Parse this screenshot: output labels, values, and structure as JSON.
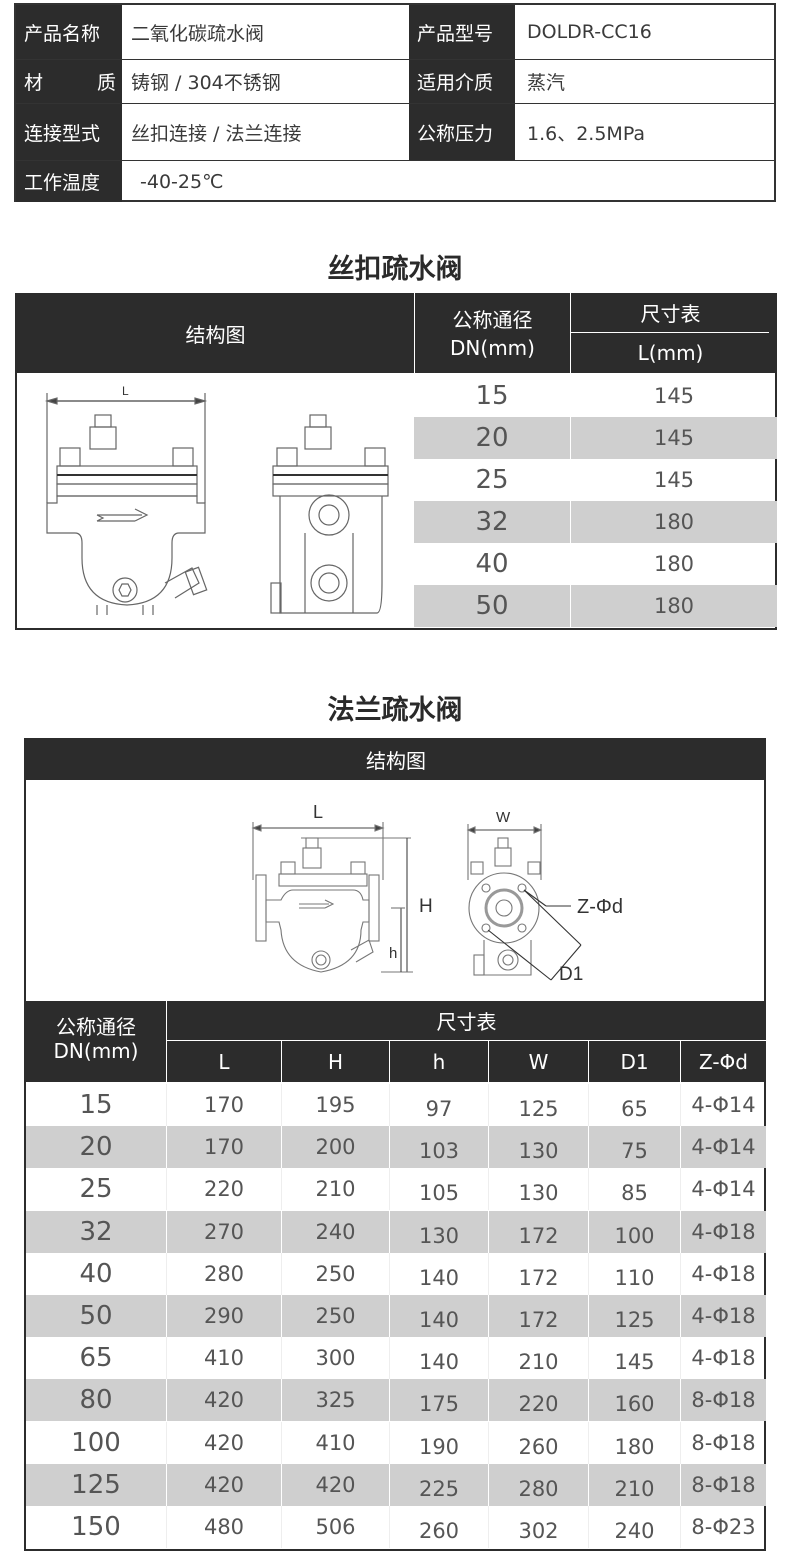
{
  "spec": {
    "rows": [
      {
        "left_label": "产品名称",
        "left_value": "二氧化碳疏水阀",
        "right_label": "产品型号",
        "right_value": "DOLDR-CC16"
      },
      {
        "left_label_a": "材",
        "left_label_b": "质",
        "left_value": "铸钢 / 304不锈钢",
        "right_label": "适用介质",
        "right_value": "蒸汽"
      },
      {
        "left_label": "连接型式",
        "left_value": "丝扣连接 / 法兰连接",
        "right_label": "公称压力",
        "right_value": "1.6、2.5MPa"
      },
      {
        "left_label": "工作温度",
        "left_value": "-40-25℃"
      }
    ]
  },
  "threaded": {
    "title": "丝扣疏水阀",
    "header": {
      "diagram": "结构图",
      "dn_line1": "公称通径",
      "dn_line2": "DN(mm)",
      "size_table": "尺寸表",
      "l_col": "L(mm)"
    },
    "diagram_labels": {
      "length": "L"
    },
    "rows": [
      {
        "dn": "15",
        "l": "145"
      },
      {
        "dn": "20",
        "l": "145"
      },
      {
        "dn": "25",
        "l": "145"
      },
      {
        "dn": "32",
        "l": "180"
      },
      {
        "dn": "40",
        "l": "180"
      },
      {
        "dn": "50",
        "l": "180"
      }
    ]
  },
  "flanged": {
    "title": "法兰疏水阀",
    "diagram_header": "结构图",
    "diagram_labels": {
      "length": "L",
      "height": "H",
      "h": "h",
      "width": "W",
      "bolt": "Z-Φd",
      "d1": "D1"
    },
    "header": {
      "dn_line1": "公称通径",
      "dn_line2": "DN(mm)",
      "size_table": "尺寸表",
      "columns": [
        "L",
        "H",
        "h",
        "W",
        "D1",
        "Z-Φd"
      ]
    },
    "rows": [
      {
        "dn": "15",
        "vals": [
          "170",
          "195",
          "97",
          "125",
          "65",
          "4-Φ14"
        ]
      },
      {
        "dn": "20",
        "vals": [
          "170",
          "200",
          "103",
          "130",
          "75",
          "4-Φ14"
        ]
      },
      {
        "dn": "25",
        "vals": [
          "220",
          "210",
          "105",
          "130",
          "85",
          "4-Φ14"
        ]
      },
      {
        "dn": "32",
        "vals": [
          "270",
          "240",
          "130",
          "172",
          "100",
          "4-Φ18"
        ]
      },
      {
        "dn": "40",
        "vals": [
          "280",
          "250",
          "140",
          "172",
          "110",
          "4-Φ18"
        ]
      },
      {
        "dn": "50",
        "vals": [
          "290",
          "250",
          "140",
          "172",
          "125",
          "4-Φ18"
        ]
      },
      {
        "dn": "65",
        "vals": [
          "410",
          "300",
          "140",
          "210",
          "145",
          "4-Φ18"
        ]
      },
      {
        "dn": "80",
        "vals": [
          "420",
          "325",
          "175",
          "220",
          "160",
          "8-Φ18"
        ]
      },
      {
        "dn": "100",
        "vals": [
          "420",
          "410",
          "190",
          "260",
          "180",
          "8-Φ18"
        ]
      },
      {
        "dn": "125",
        "vals": [
          "420",
          "420",
          "225",
          "280",
          "210",
          "8-Φ18"
        ]
      },
      {
        "dn": "150",
        "vals": [
          "480",
          "506",
          "260",
          "302",
          "240",
          "8-Φ23"
        ]
      }
    ]
  },
  "colors": {
    "header_dark": "#2c2c2c",
    "row_shade": "#cfcfcf",
    "text": "#555555"
  }
}
